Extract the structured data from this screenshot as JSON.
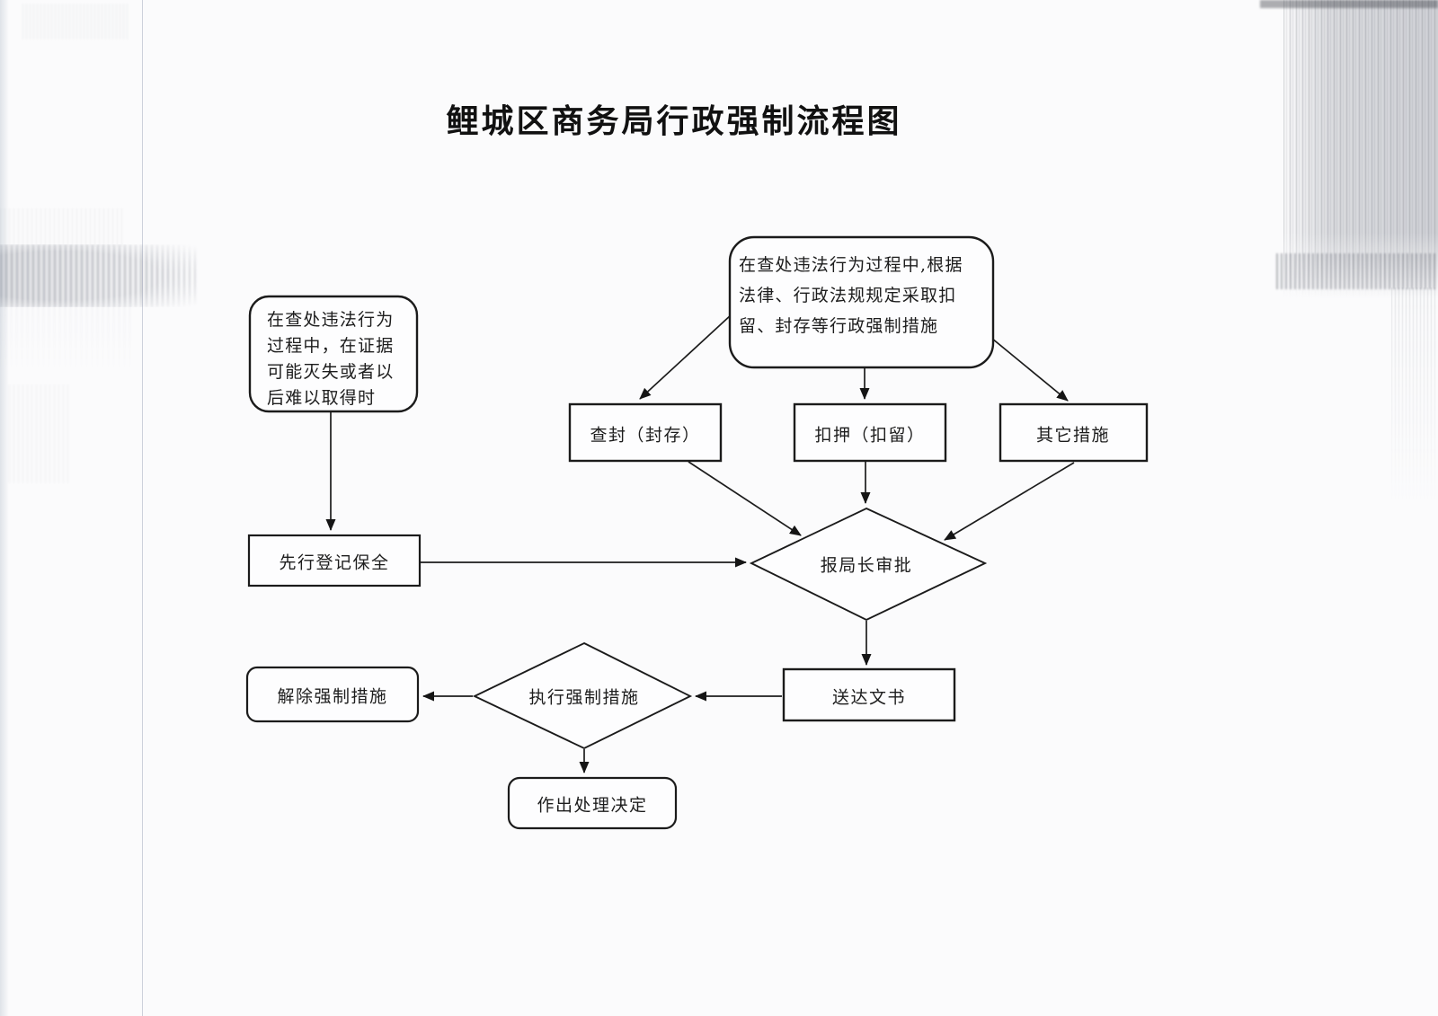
{
  "title": "鲤城区商务局行政强制流程图",
  "colors": {
    "ink": "#1b1b1b",
    "paper": "#fbfbfc",
    "node_fill": "#fdfdfe",
    "fold_line": "#c4c9d5"
  },
  "nodes": {
    "condition_right": {
      "shape": "rounded-rect",
      "text": "在查处违法行为过程中,根据法律、行政法规规定采取扣留、封存等行政强制措施"
    },
    "condition_left": {
      "shape": "rounded-rect",
      "text": "在查处违法行为过程中，在证据可能灭失或者以后难以取得时"
    },
    "seal": {
      "shape": "rect",
      "text": "查封（封存）"
    },
    "detain": {
      "shape": "rect",
      "text": "扣押（扣留）"
    },
    "other": {
      "shape": "rect",
      "text": "其它措施"
    },
    "approve": {
      "shape": "diamond",
      "text": "报局长审批"
    },
    "register": {
      "shape": "rect",
      "text": "先行登记保全"
    },
    "deliver": {
      "shape": "rect",
      "text": "送达文书"
    },
    "execute": {
      "shape": "diamond",
      "text": "执行强制措施"
    },
    "release": {
      "shape": "rounded-rect",
      "text": "解除强制措施"
    },
    "decide": {
      "shape": "rounded-rect",
      "text": "作出处理决定"
    }
  },
  "edges": [
    {
      "from": "condition_right",
      "to": "seal"
    },
    {
      "from": "condition_right",
      "to": "detain"
    },
    {
      "from": "condition_right",
      "to": "other"
    },
    {
      "from": "seal",
      "to": "approve"
    },
    {
      "from": "detain",
      "to": "approve"
    },
    {
      "from": "other",
      "to": "approve"
    },
    {
      "from": "condition_left",
      "to": "register"
    },
    {
      "from": "register",
      "to": "approve"
    },
    {
      "from": "approve",
      "to": "deliver"
    },
    {
      "from": "deliver",
      "to": "execute"
    },
    {
      "from": "execute",
      "to": "release"
    },
    {
      "from": "execute",
      "to": "decide"
    }
  ]
}
